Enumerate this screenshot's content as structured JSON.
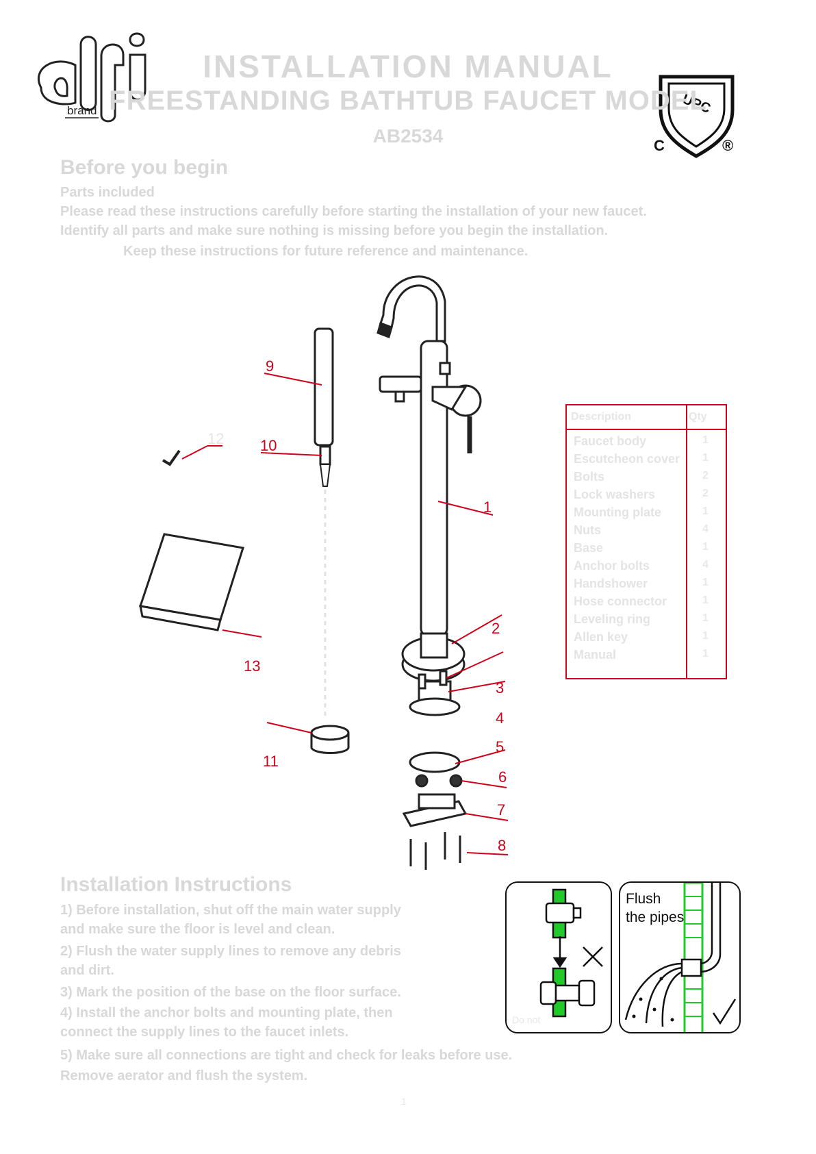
{
  "logo": {
    "text": "alfi",
    "sub": "brand"
  },
  "certification": {
    "mark": "UPC",
    "left": "C",
    "right": "®"
  },
  "header": {
    "title_line1": "INSTALLATION MANUAL",
    "title_line2": "FREESTANDING BATHTUB FAUCET MODEL",
    "title_line3": "AB2534"
  },
  "section1": {
    "heading": "Before you begin",
    "subheading": "Parts included",
    "paragraph": [
      "Please read these instructions carefully before starting the installation of your new faucet.",
      "Identify all parts and make sure nothing is missing before you begin the installation.",
      "Keep these instructions for future reference and maintenance."
    ]
  },
  "callouts": [
    "9",
    "10",
    "12",
    "1",
    "2",
    "13",
    "3",
    "4",
    "5",
    "11",
    "6",
    "7",
    "8"
  ],
  "parts_table": {
    "headers": [
      "Description",
      "Qty"
    ],
    "rows": [
      {
        "name": "Faucet body",
        "qty": "1"
      },
      {
        "name": "Escutcheon cover",
        "qty": "1"
      },
      {
        "name": "Bolts",
        "qty": "2"
      },
      {
        "name": "Lock washers",
        "qty": "2"
      },
      {
        "name": "Mounting plate",
        "qty": "1"
      },
      {
        "name": "Nuts",
        "qty": "4"
      },
      {
        "name": "Base",
        "qty": "1"
      },
      {
        "name": "Anchor bolts",
        "qty": "4"
      },
      {
        "name": "Handshower",
        "qty": "1"
      },
      {
        "name": "Hose connector",
        "qty": "1"
      },
      {
        "name": "Leveling ring",
        "qty": "1"
      },
      {
        "name": "Allen key",
        "qty": "1"
      },
      {
        "name": "Manual",
        "qty": "1"
      }
    ]
  },
  "section2": {
    "heading": "Installation Instructions",
    "steps": [
      "1) Before installation, shut off the main water supply",
      "   and make sure the floor is level and clean.",
      "2) Flush the water supply lines to remove any debris",
      "   and dirt.",
      "3) Mark the position of the base on the floor surface.",
      "4) Install the anchor bolts and mounting plate, then",
      "   connect the supply lines to the faucet inlets.",
      "5) Make sure all connections are tight and check for leaks before use."
    ],
    "steps_cont": "   Remove aerator and flush the system."
  },
  "figures": {
    "warning_caption": "Do not",
    "flush_label_line1": "Flush",
    "flush_label_line2": "the pipes"
  },
  "page": {
    "number": "1"
  },
  "colors": {
    "callout_red": "#d0021b",
    "green": "#22c92a",
    "ink": "#111111"
  }
}
